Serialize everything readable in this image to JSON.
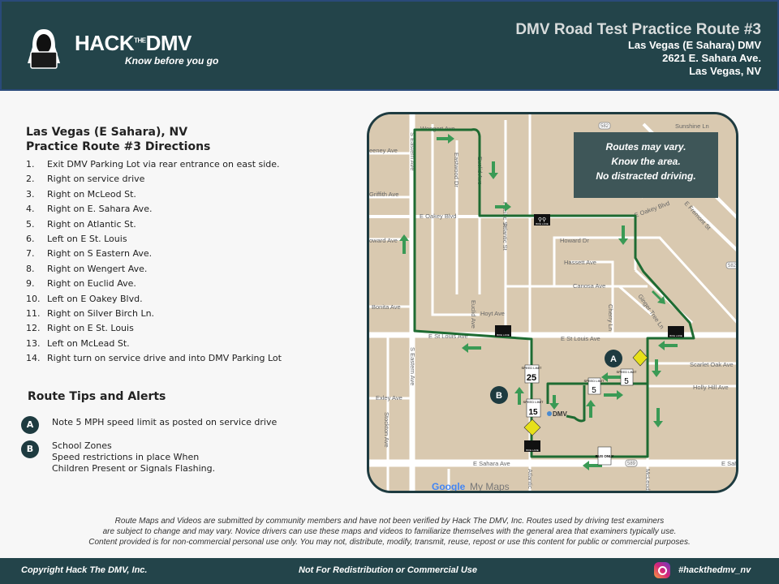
{
  "header": {
    "brand_left": "HACK",
    "brand_the": "THE",
    "brand_right": "DMV",
    "tagline": "Know before you go",
    "title": "DMV Road Test Practice Route #3",
    "location_name": "Las Vegas (E Sahara) DMV",
    "address": "2621 E. Sahara Ave.",
    "city": "Las Vegas, NV"
  },
  "directions": {
    "heading_line1": "Las Vegas (E Sahara), NV",
    "heading_line2": "Practice Route #3 Directions",
    "steps": [
      {
        "n": "1.",
        "text": "Exit DMV Parking Lot via rear entrance on east side."
      },
      {
        "n": "2.",
        "text": "Right on service drive"
      },
      {
        "n": "3.",
        "text": "Right on McLeod St."
      },
      {
        "n": "4.",
        "text": "Right on E. Sahara Ave."
      },
      {
        "n": "5.",
        "text": "Right on Atlantic St."
      },
      {
        "n": "6.",
        "text": "Left on E St. Louis"
      },
      {
        "n": "7.",
        "text": "Right on S Eastern Ave."
      },
      {
        "n": "8.",
        "text": "Right on Wengert Ave."
      },
      {
        "n": "9.",
        "text": "Right on Euclid Ave."
      },
      {
        "n": "10.",
        "text": "Left on E Oakey Blvd."
      },
      {
        "n": "11.",
        "text": "Right on Silver Birch Ln."
      },
      {
        "n": "12.",
        "text": "Right on E St. Louis"
      },
      {
        "n": "13.",
        "text": "Left on McLead St."
      },
      {
        "n": "14.",
        "text": "Right turn on service drive and into DMV Parking Lot"
      }
    ]
  },
  "tips": {
    "title": "Route Tips and Alerts",
    "items": [
      {
        "badge": "A",
        "lines": [
          "Note 5 MPH speed limit as posted on service drive"
        ]
      },
      {
        "badge": "B",
        "lines": [
          "School Zones",
          "Speed restrictions in place When",
          "Children Present  or Signals Flashing."
        ]
      }
    ]
  },
  "map": {
    "notice": [
      "Routes may vary.",
      "Know the area.",
      "No distracted driving."
    ],
    "streets": [
      "Wengert Ave",
      "eeney Ave",
      "Griffith Ave",
      "E Oakey Blvd",
      "oward Ave",
      "Bonita Ave",
      "Hoyt Ave",
      "E St Louis Ave",
      "Exley Ave",
      "Stockton Ave",
      "E Sahara Ave",
      "S Eastern Ave",
      "S Eastern Ave",
      "Eastwood Dr",
      "Euclid Ave",
      "Atlantic St",
      "Howard Dr",
      "Hassett Ave",
      "Canosa Ave",
      "Cherry Ln",
      "Ginger Tree Ln",
      "E Oakey Blvd",
      "E Fremont St",
      "Sunshine Ln",
      "Scarlet Oak Ave",
      "Holly Hill Ave",
      "McLeod",
      "Atlantic",
      "E Sah",
      "E St Louis Ave",
      "Euclid Ave",
      "Pacific St"
    ],
    "markers": {
      "a": "A",
      "b": "B"
    },
    "dmv_label": "DMV",
    "signs": {
      "speed_25": "25",
      "speed_15": "15",
      "speed_5a": "5",
      "speed_5b": "5",
      "bus_only": "BUS ONLY",
      "bike_lane": "BIKE LANE",
      "speed_limit": "SPEED LIMIT"
    },
    "shields": [
      "582",
      "582",
      "589"
    ],
    "attribution_google": "Google",
    "attribution_mymaps": "My Maps",
    "route_color": "#1e6b32",
    "arrow_color": "#3a9a55"
  },
  "disclaimer": [
    "Route Maps and Videos are submitted by community members and have not been verified by Hack The DMV, Inc.  Routes used by driving test examiners",
    "are subject to change and may vary. Novice drivers can use these maps and videos to familiarize themselves with the general area that examiners typically use.",
    "Content provided is for non-commercial personal use only.  You may not, distribute, modify, transmit, reuse, repost or use this content for public or commercial purposes."
  ],
  "footer": {
    "copyright": "Copyright  Hack The DMV, Inc.",
    "notice": "Not For Redistribution  or Commercial Use",
    "hashtag": "#hackthedmv_nv"
  }
}
